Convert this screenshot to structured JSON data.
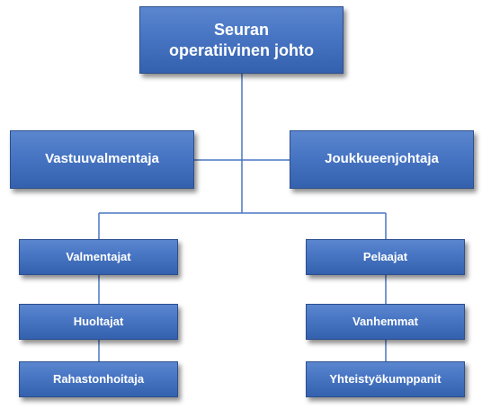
{
  "colors": {
    "box_fill": "#4775c3",
    "box_border": "#2c4f8e",
    "connector": "#4a76c2",
    "text": "#ffffff"
  },
  "chart": {
    "top": {
      "line1": "Seuran",
      "line2": "operatiivinen johto"
    },
    "level2": {
      "left": "Vastuuvalmentaja",
      "right": "Joukkueenjohtaja"
    },
    "left_branch": [
      "Valmentajat",
      "Huoltajat",
      "Rahastonhoitaja"
    ],
    "right_branch": [
      "Pelaajat",
      "Vanhemmat",
      "Yhteistyökumppanit"
    ]
  }
}
